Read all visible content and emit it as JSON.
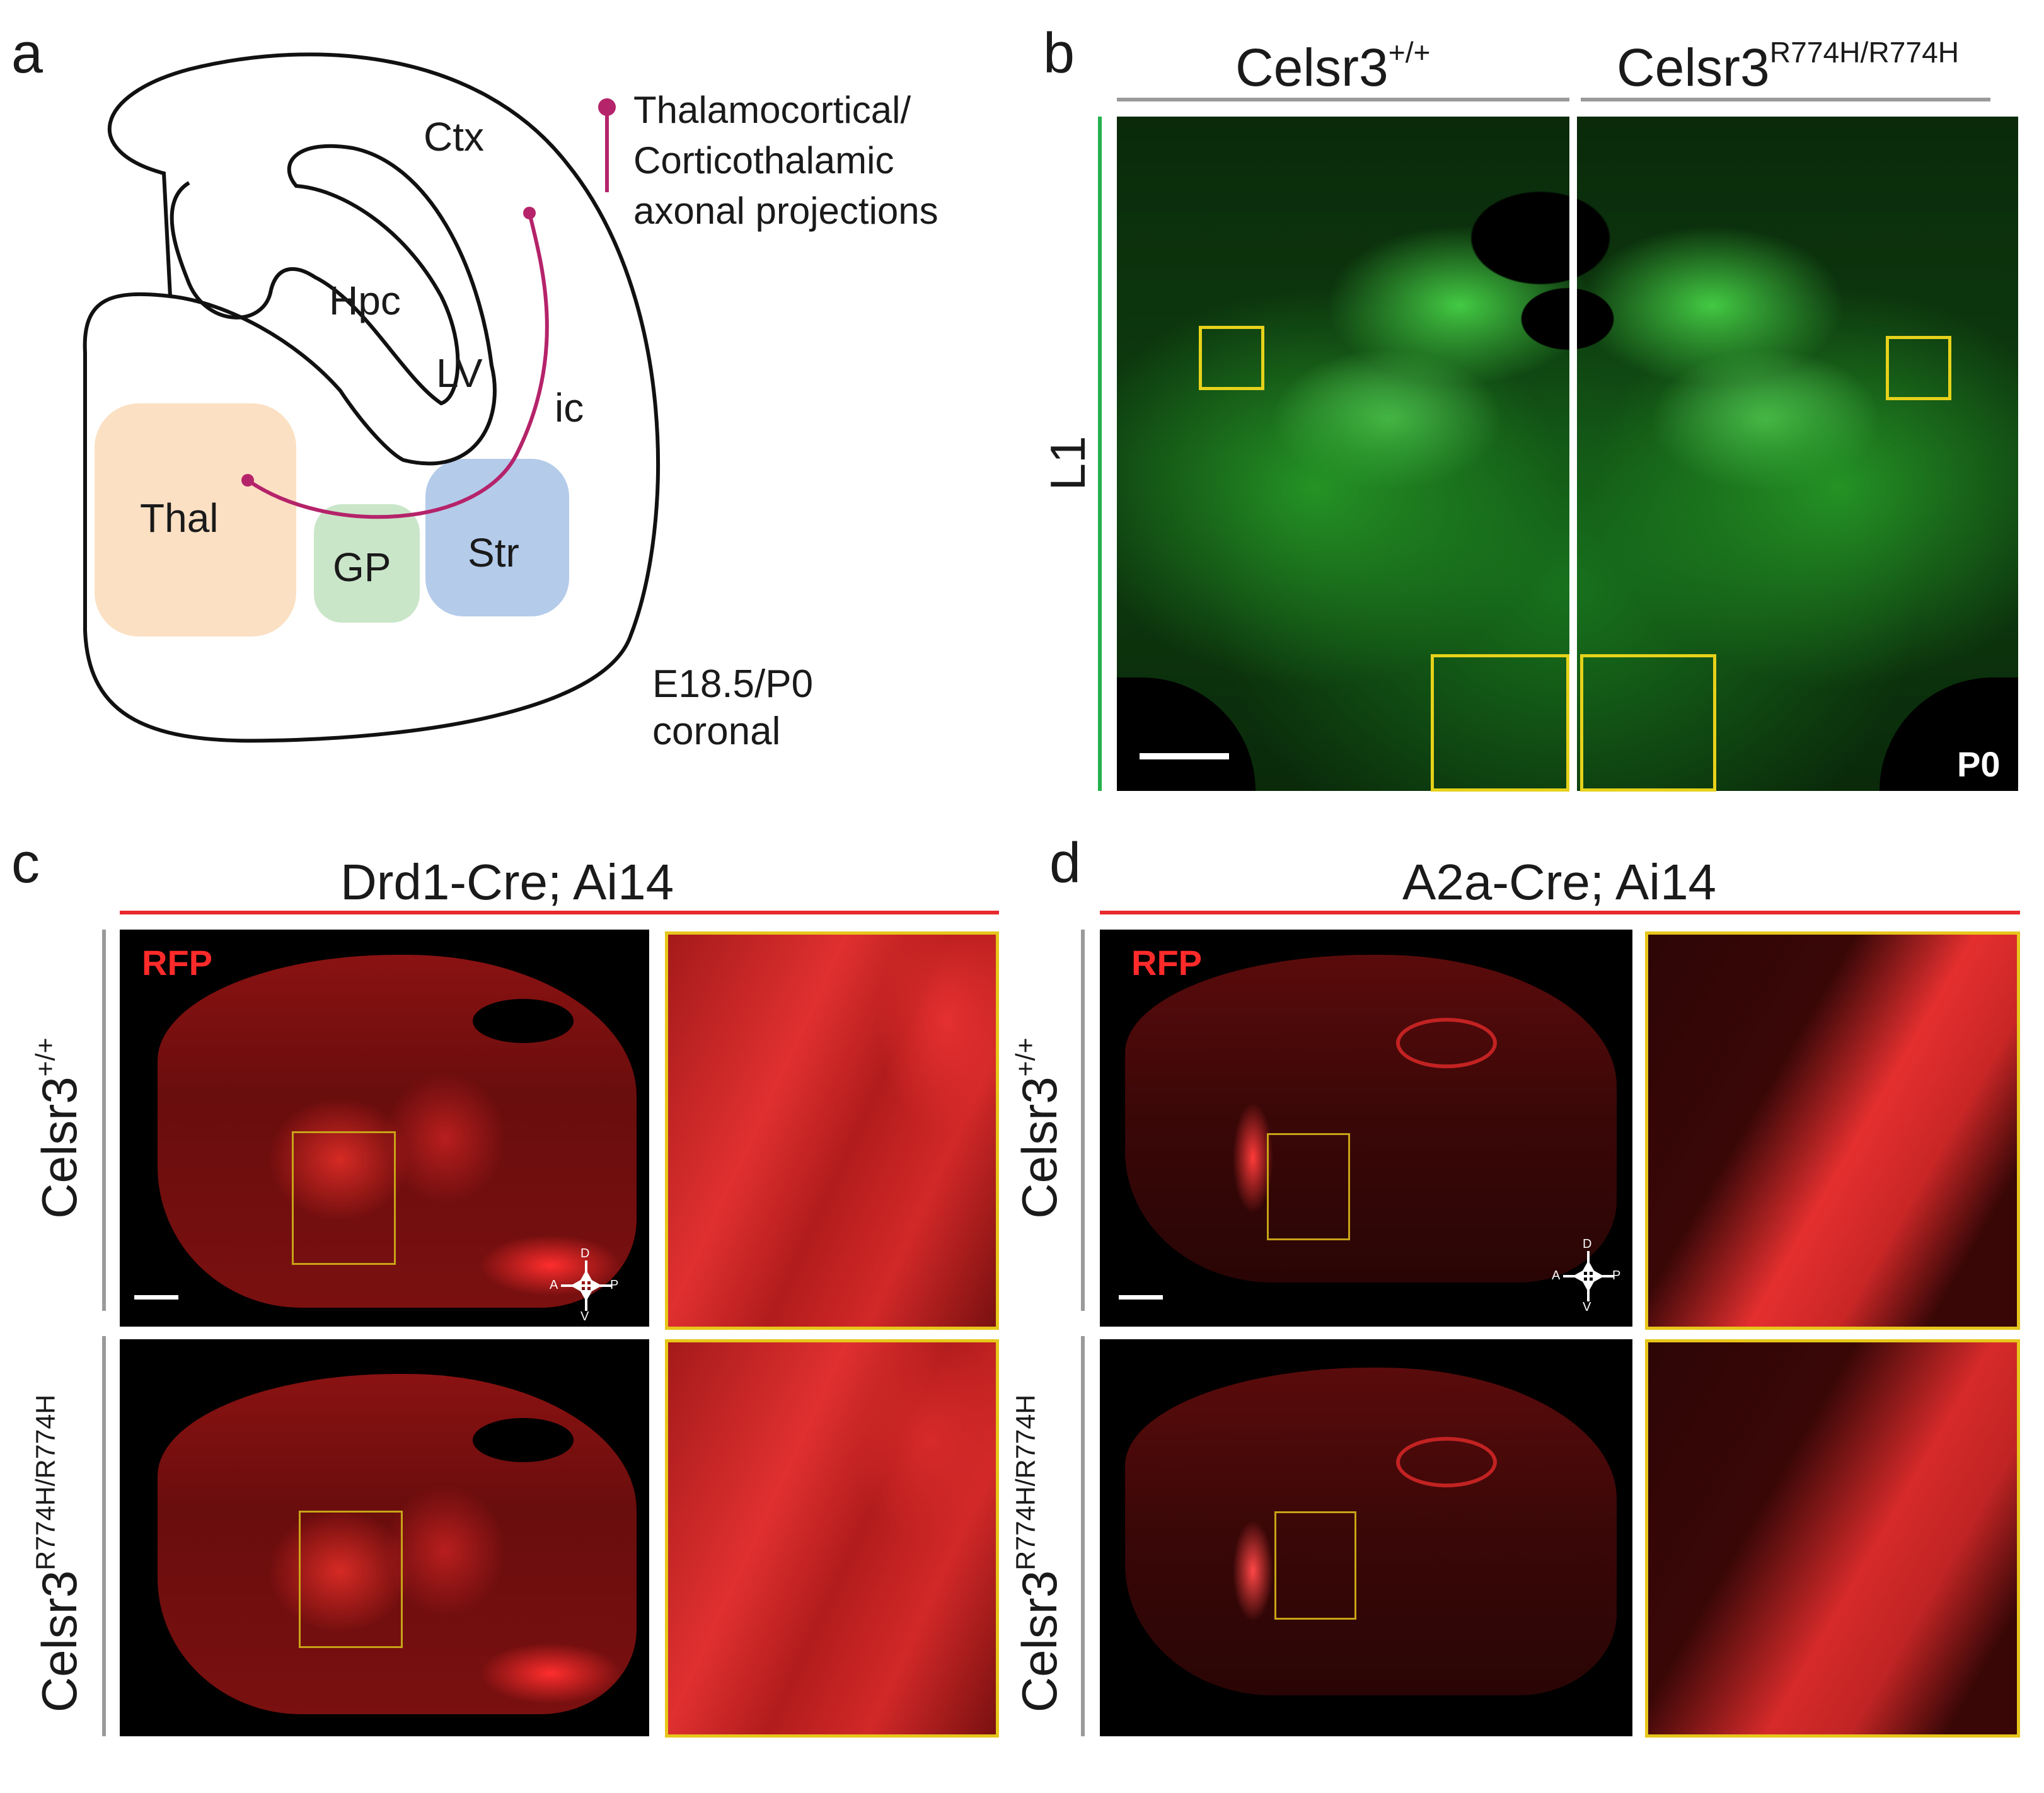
{
  "panels": {
    "a": {
      "letter": "a",
      "regions": {
        "ctx": "Ctx",
        "hpc": "Hpc",
        "lv": "LV",
        "ic": "ic",
        "thal": "Thal",
        "gp": "GP",
        "str": "Str"
      },
      "legend": [
        "Thalamocortical/",
        "Corticothalamic",
        "axonal projections"
      ],
      "stage": [
        "E18.5/P0",
        "coronal"
      ],
      "colors": {
        "projection": "#b5246a",
        "thal": "#fbe0c3",
        "gp": "#c9e6c9",
        "str": "#b4cbe9"
      }
    },
    "b": {
      "letter": "b",
      "left_genotype": {
        "base": "Celsr3",
        "sup": "+/+"
      },
      "right_genotype": {
        "base": "Celsr3",
        "sup": "R774H/R774H"
      },
      "row_label": "L1",
      "age": "P0",
      "colors": {
        "stain": "#2fd52f",
        "rule": "#22b14c"
      }
    },
    "c": {
      "letter": "c",
      "title": "Drd1-Cre; Ai14",
      "rfp": "RFP",
      "row1": {
        "base": "Celsr3",
        "sup": "+/+"
      },
      "row2": {
        "base": "Celsr3",
        "sup": "R774H/R774H"
      },
      "compass": {
        "d": "D",
        "v": "V",
        "a": "A",
        "p": "P"
      }
    },
    "d": {
      "letter": "d",
      "title": "A2a-Cre; Ai14",
      "rfp": "RFP",
      "row1": {
        "base": "Celsr3",
        "sup": "+/+"
      },
      "row2": {
        "base": "Celsr3",
        "sup": "R774H/R774H"
      },
      "compass": {
        "d": "D",
        "v": "V",
        "a": "A",
        "p": "P"
      }
    }
  }
}
